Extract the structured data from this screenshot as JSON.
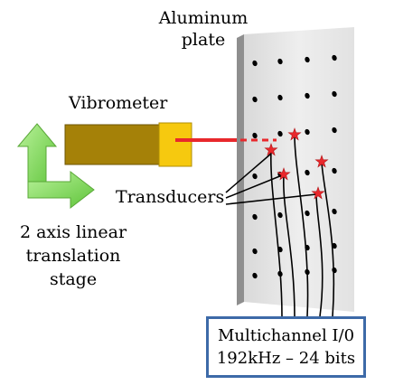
{
  "labels": {
    "plate_line1": "Aluminum",
    "plate_line2": "plate",
    "vibrometer": "Vibrometer",
    "transducers": "Transducers",
    "stage_line1": "2 axis linear",
    "stage_line2": "translation",
    "stage_line3": "stage",
    "io_line1": "Multichannel I/0",
    "io_line2": "192kHz – 24 bits"
  },
  "colors": {
    "plate": "#e5e5e5",
    "plate_edge": "#8e8e8e",
    "vibrometer_body": "#a58108",
    "vibrometer_head": "#f6c90f",
    "laser": "#e8282c",
    "transducer": "#e8282c",
    "arrow": "#7ed957",
    "io_border": "#3d6aa8"
  },
  "icons": {
    "stage_arrows": "two-axis-arrows-icon",
    "transducer": "star-marker-icon"
  }
}
